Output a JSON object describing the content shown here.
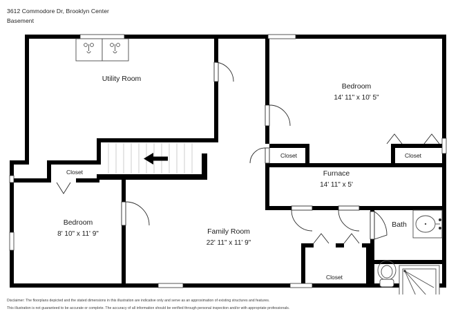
{
  "header": {
    "address": "3612 Commodore Dr, Brooklyn Center",
    "level": "Basement"
  },
  "rooms": [
    {
      "id": "utility-room",
      "label": "Utility Room",
      "dimensions": ""
    },
    {
      "id": "bedroom-upper",
      "label": "Bedroom",
      "dimensions": "14' 11\" x 10' 5\""
    },
    {
      "id": "furnace",
      "label": "Furnace",
      "dimensions": "14' 11\" x 5'"
    },
    {
      "id": "bedroom-lower",
      "label": "Bedroom",
      "dimensions": "8' 10\" x 11' 9\""
    },
    {
      "id": "family-room",
      "label": "Family Room",
      "dimensions": "22' 11\" x 11' 9\""
    },
    {
      "id": "bath",
      "label": "Bath",
      "dimensions": ""
    }
  ],
  "closets": [
    {
      "id": "closet-left",
      "label": "Closet"
    },
    {
      "id": "closet-mid",
      "label": "Closet"
    },
    {
      "id": "closet-right",
      "label": "Closet"
    },
    {
      "id": "closet-bottom",
      "label": "Closet"
    }
  ],
  "stairs": {
    "direction_icon": "arrow-left-icon"
  },
  "fixtures": [
    {
      "id": "laundry-tub-left",
      "icon": "laundry-tub-icon"
    },
    {
      "id": "laundry-tub-right",
      "icon": "laundry-tub-icon"
    },
    {
      "id": "sink",
      "icon": "sink-icon"
    },
    {
      "id": "toilet",
      "icon": "toilet-icon"
    },
    {
      "id": "shower",
      "icon": "shower-icon"
    }
  ],
  "disclaimer": {
    "line1": "Disclaimer: The floorplans depicted and the stated dimensions in this illustration are indicative only and serve as an approximation of existing structures and features.",
    "line2": "This illustration is not guaranteed to be accurate or complete. The accuracy of all information should be verified through personal inspection and/or with appropriate professionals."
  },
  "colors": {
    "wall": "#000000",
    "text": "#1b1b1b",
    "background": "#ffffff",
    "fixture_stroke": "#4a4a4a"
  }
}
